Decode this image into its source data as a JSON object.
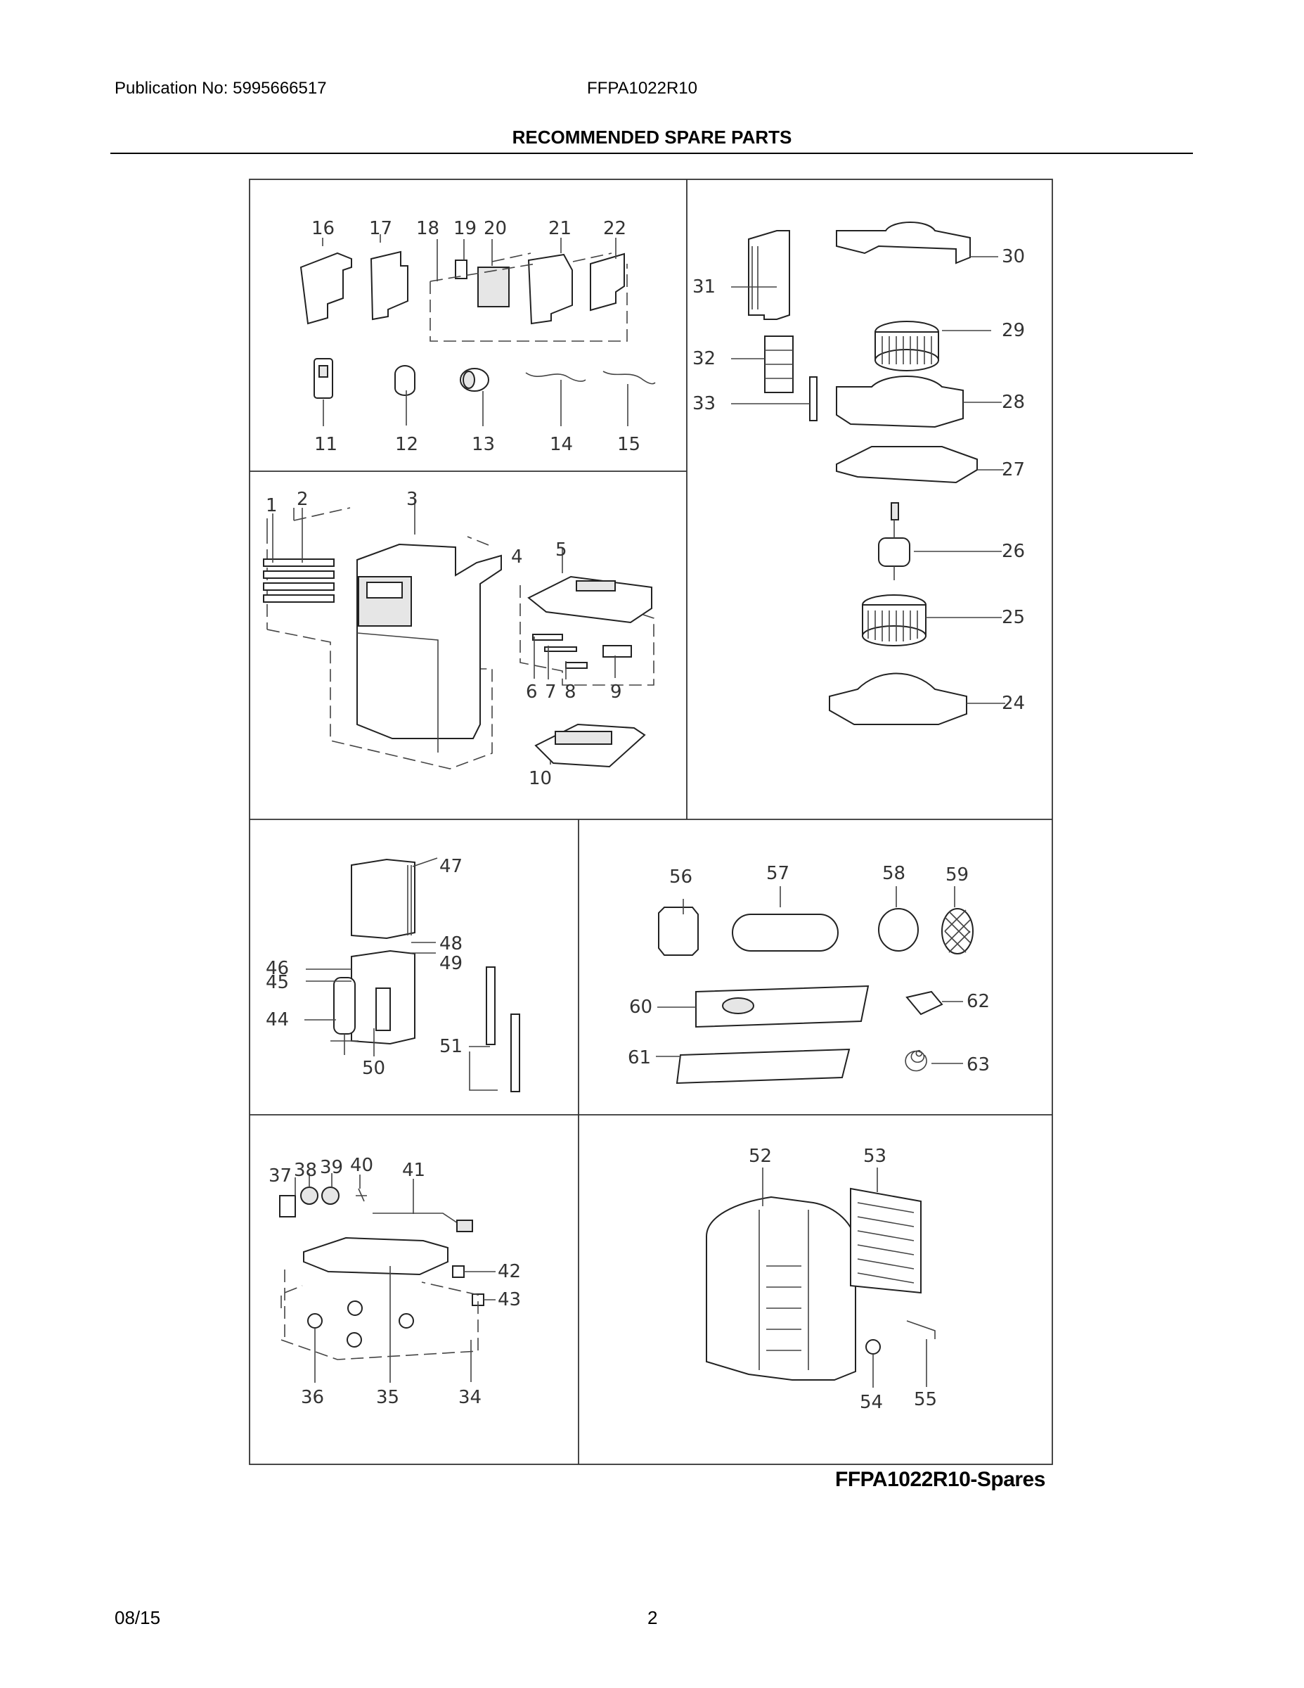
{
  "header": {
    "publication": "Publication No: 5995666517",
    "model": "FFPA1022R10",
    "title": "RECOMMENDED SPARE PARTS"
  },
  "caption": "FFPA1022R10-Spares",
  "footer": {
    "date": "08/15",
    "page": "2"
  },
  "callouts": [
    "1",
    "2",
    "3",
    "4",
    "5",
    "6",
    "7",
    "8",
    "9",
    "10",
    "11",
    "12",
    "13",
    "14",
    "15",
    "16",
    "17",
    "18",
    "19",
    "20",
    "21",
    "22",
    "24",
    "25",
    "26",
    "27",
    "28",
    "29",
    "30",
    "31",
    "32",
    "33",
    "34",
    "35",
    "36",
    "37",
    "38",
    "39",
    "40",
    "41",
    "42",
    "43",
    "44",
    "45",
    "46",
    "47",
    "48",
    "49",
    "50",
    "51",
    "52",
    "53",
    "54",
    "55",
    "56",
    "57",
    "58",
    "59",
    "60",
    "61",
    "62",
    "63"
  ]
}
